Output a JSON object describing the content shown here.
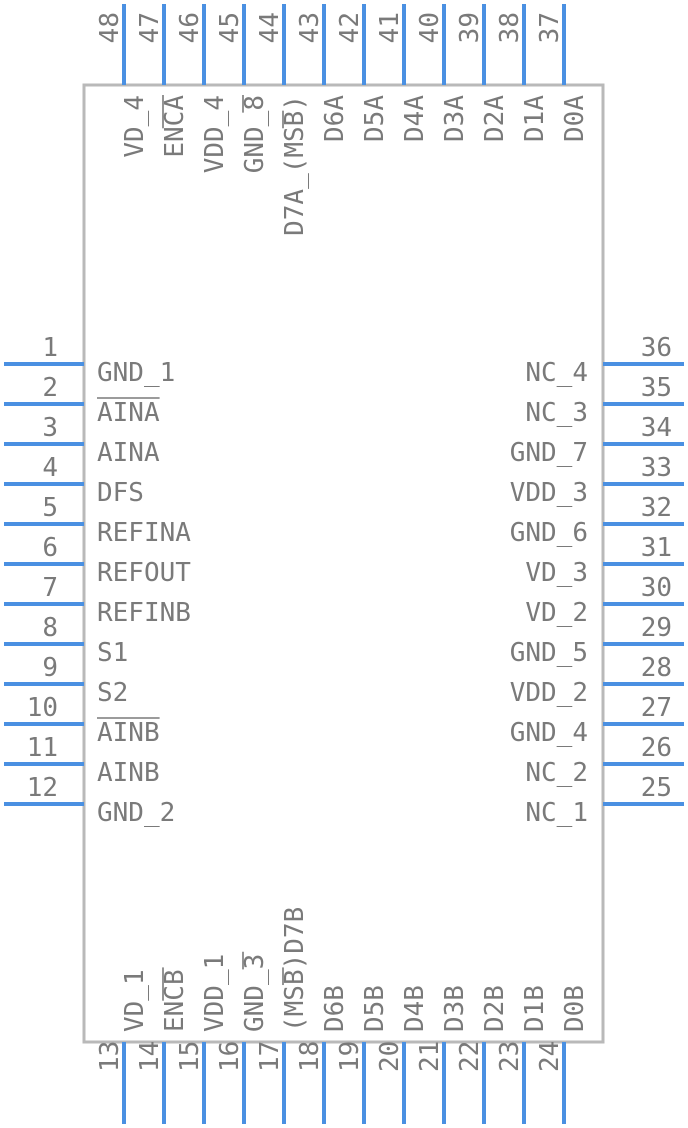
{
  "pins": {
    "left": [
      {
        "num": "1",
        "label": "GND_1"
      },
      {
        "num": "2",
        "label": "AINA",
        "overbar": true
      },
      {
        "num": "3",
        "label": "AINA"
      },
      {
        "num": "4",
        "label": "DFS"
      },
      {
        "num": "5",
        "label": "REFINA"
      },
      {
        "num": "6",
        "label": "REFOUT"
      },
      {
        "num": "7",
        "label": "REFINB"
      },
      {
        "num": "8",
        "label": "S1"
      },
      {
        "num": "9",
        "label": "S2"
      },
      {
        "num": "10",
        "label": "AINB",
        "overbar": true
      },
      {
        "num": "11",
        "label": "AINB"
      },
      {
        "num": "12",
        "label": "GND_2"
      }
    ],
    "right": [
      {
        "num": "36",
        "label": "NC_4"
      },
      {
        "num": "35",
        "label": "NC_3"
      },
      {
        "num": "34",
        "label": "GND_7"
      },
      {
        "num": "33",
        "label": "VDD_3"
      },
      {
        "num": "32",
        "label": "GND_6"
      },
      {
        "num": "31",
        "label": "VD_3"
      },
      {
        "num": "30",
        "label": "VD_2"
      },
      {
        "num": "29",
        "label": "GND_5"
      },
      {
        "num": "28",
        "label": "VDD_2"
      },
      {
        "num": "27",
        "label": "GND_4"
      },
      {
        "num": "26",
        "label": "NC_2"
      },
      {
        "num": "25",
        "label": "NC_1"
      }
    ],
    "top": [
      {
        "num": "48",
        "label": "VD_4"
      },
      {
        "num": "47",
        "label": "ENCA"
      },
      {
        "num": "46",
        "label": "VDD_4"
      },
      {
        "num": "45",
        "label": "GND_8"
      },
      {
        "num": "44",
        "label": "D7A_(MSB)"
      },
      {
        "num": "43",
        "label": "D6A"
      },
      {
        "num": "42",
        "label": "D5A"
      },
      {
        "num": "41",
        "label": "D4A"
      },
      {
        "num": "40",
        "label": "D3A"
      },
      {
        "num": "39",
        "label": "D2A"
      },
      {
        "num": "38",
        "label": "D1A"
      },
      {
        "num": "37",
        "label": "D0A"
      }
    ],
    "bottom": [
      {
        "num": "13",
        "label": "VD_1"
      },
      {
        "num": "14",
        "label": "ENCB"
      },
      {
        "num": "15",
        "label": "VDD_1"
      },
      {
        "num": "16",
        "label": "GND_3"
      },
      {
        "num": "17",
        "label": "(MSB)D7B"
      },
      {
        "num": "18",
        "label": "D6B"
      },
      {
        "num": "19",
        "label": "D5B"
      },
      {
        "num": "20",
        "label": "D4B"
      },
      {
        "num": "21",
        "label": "D3B"
      },
      {
        "num": "22",
        "label": "D2B"
      },
      {
        "num": "23",
        "label": "D1B"
      },
      {
        "num": "24",
        "label": "D0B"
      }
    ]
  }
}
